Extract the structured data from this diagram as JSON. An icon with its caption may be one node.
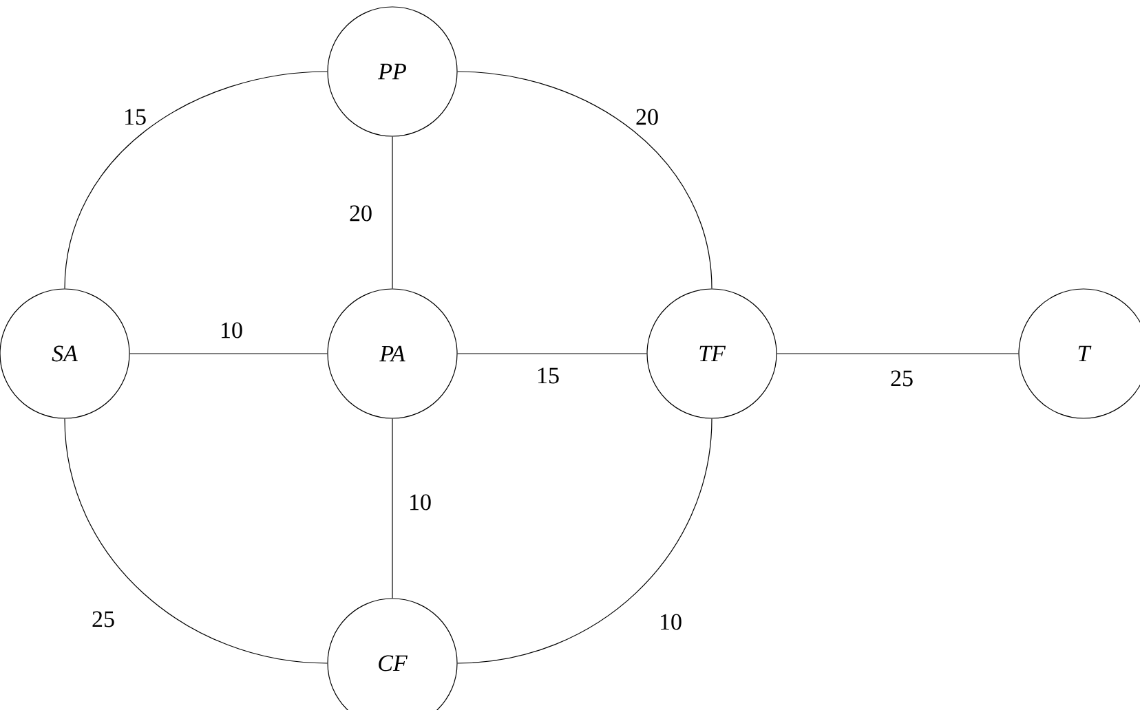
{
  "diagram": {
    "nodes": [
      {
        "text": [
          "PP"
        ]
      },
      {
        "text": [
          "SA"
        ]
      },
      {
        "text": [
          "PA"
        ]
      },
      {
        "text": [
          "TF"
        ]
      },
      {
        "text": [
          "T"
        ]
      },
      {
        "text": [
          "CF"
        ]
      }
    ],
    "edges": [
      {
        "from": 1,
        "to": 0,
        "arrow": "none",
        "label": "15"
      },
      {
        "from": 0,
        "to": 3,
        "arrow": "none",
        "label": "20"
      },
      {
        "from": 0,
        "to": 2,
        "arrow": "none",
        "label": "20"
      },
      {
        "from": 1,
        "to": 2,
        "arrow": "none",
        "label": "10"
      },
      {
        "from": 2,
        "to": 3,
        "arrow": "none",
        "label": "15"
      },
      {
        "from": 3,
        "to": 4,
        "arrow": "none",
        "label": "25"
      },
      {
        "from": 2,
        "to": 5,
        "arrow": "none",
        "label": "10"
      },
      {
        "from": 1,
        "to": 5,
        "arrow": "none",
        "label": "25"
      },
      {
        "from": 5,
        "to": 3,
        "arrow": "none",
        "label": "10"
      }
    ]
  }
}
